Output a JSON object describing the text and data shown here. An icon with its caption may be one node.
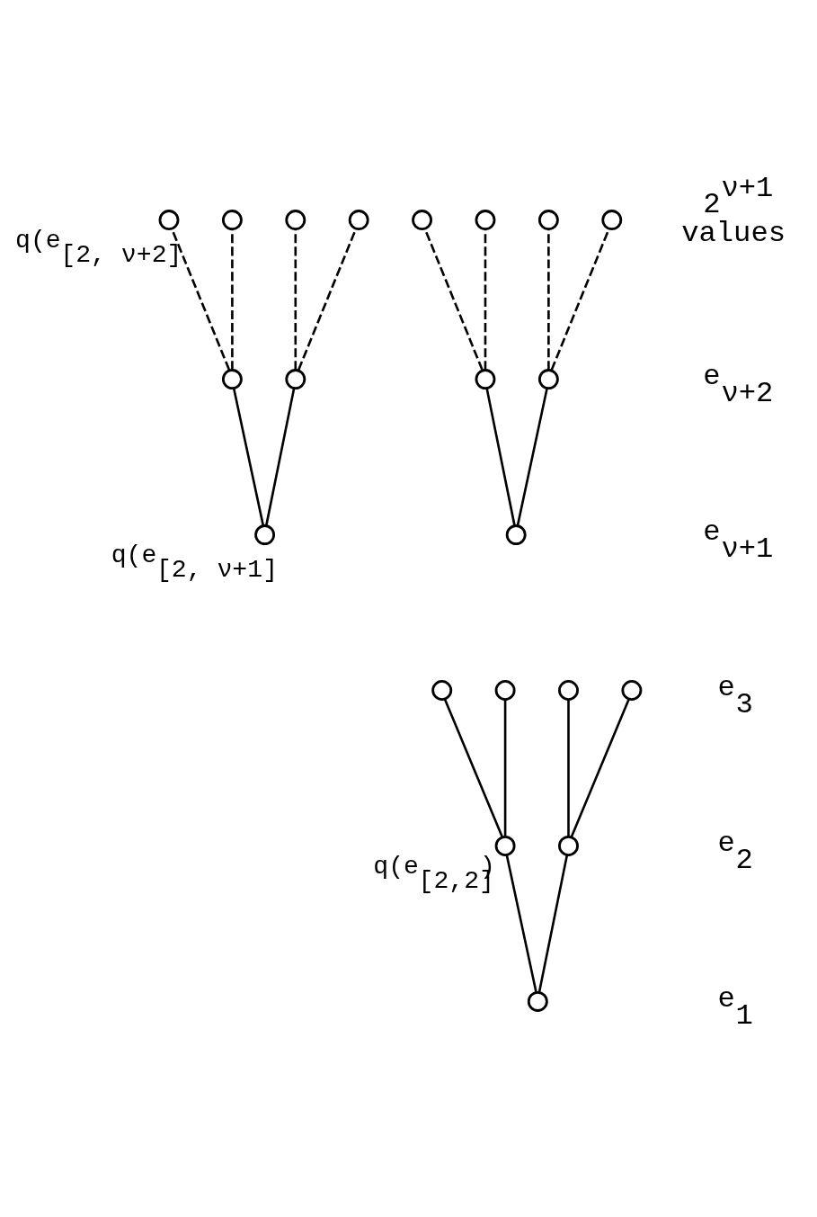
{
  "diagram": {
    "nodes": [
      {
        "text": [],
        "shape": "circle"
      },
      {
        "text": [],
        "shape": "circle",
        "beside": [
          "q(e$_{[2,2]}$)"
        ]
      },
      {
        "text": [],
        "shape": "circle"
      },
      {
        "text": [],
        "shape": "circle"
      },
      {
        "text": [],
        "shape": "circle"
      },
      {
        "text": [],
        "shape": "circle"
      },
      {
        "text": [],
        "shape": "circle"
      },
      {
        "text": [],
        "shape": "circle",
        "beside": [
          "q(e$_{[2, ν+1]}$"
        ]
      },
      {
        "text": [],
        "shape": "circle"
      },
      {
        "text": [],
        "shape": "circle"
      },
      {
        "text": [],
        "shape": "circle",
        "beside": [
          "q(e$_{[2, ν+2]}$"
        ]
      },
      {
        "text": [],
        "shape": "circle"
      },
      {
        "text": [],
        "shape": "circle"
      },
      {
        "text": [],
        "shape": "circle"
      },
      {
        "text": [],
        "shape": "circle"
      },
      {
        "text": [],
        "shape": "circle"
      },
      {
        "text": [],
        "shape": "circle"
      },
      {
        "text": [],
        "shape": "circle"
      },
      {
        "text": [],
        "shape": "circle"
      },
      {
        "text": [],
        "shape": "circle"
      },
      {
        "text": [],
        "shape": "circle"
      }
    ],
    "edges": [
      {
        "from": 0,
        "to": 1,
        "arrow": "none"
      },
      {
        "from": 0,
        "to": 2,
        "arrow": "none"
      },
      {
        "from": 1,
        "to": 3,
        "arrow": "none"
      },
      {
        "from": 1,
        "to": 4,
        "arrow": "none"
      },
      {
        "from": 2,
        "to": 5,
        "arrow": "none"
      },
      {
        "from": 2,
        "to": 6,
        "arrow": "none"
      },
      {
        "from": 7,
        "to": 8,
        "arrow": "none"
      },
      {
        "from": 7,
        "to": 9,
        "arrow": "none"
      },
      {
        "from": 8,
        "to": 10,
        "arrow": "none",
        "style": "dashed"
      },
      {
        "from": 8,
        "to": 11,
        "arrow": "none",
        "style": "dashed"
      },
      {
        "from": 9,
        "to": 12,
        "arrow": "none",
        "style": "dashed"
      },
      {
        "from": 9,
        "to": 13,
        "arrow": "none",
        "style": "dashed"
      },
      {
        "from": 14,
        "to": 15,
        "arrow": "none"
      },
      {
        "from": 14,
        "to": 16,
        "arrow": "none"
      },
      {
        "from": 15,
        "to": 17,
        "arrow": "none",
        "style": "dashed"
      },
      {
        "from": 15,
        "to": 18,
        "arrow": "none",
        "style": "dashed"
      },
      {
        "from": 16,
        "to": 19,
        "arrow": "none",
        "style": "dashed"
      },
      {
        "from": 16,
        "to": 20,
        "arrow": "none",
        "style": "dashed"
      }
    ],
    "labels": [
      "2$^{ν+1}$ values",
      "e$_{ν+2}$",
      "e$_{ν+1}$",
      "e$_{3}$",
      "e$_{2}$",
      "e$_{1}$"
    ]
  }
}
